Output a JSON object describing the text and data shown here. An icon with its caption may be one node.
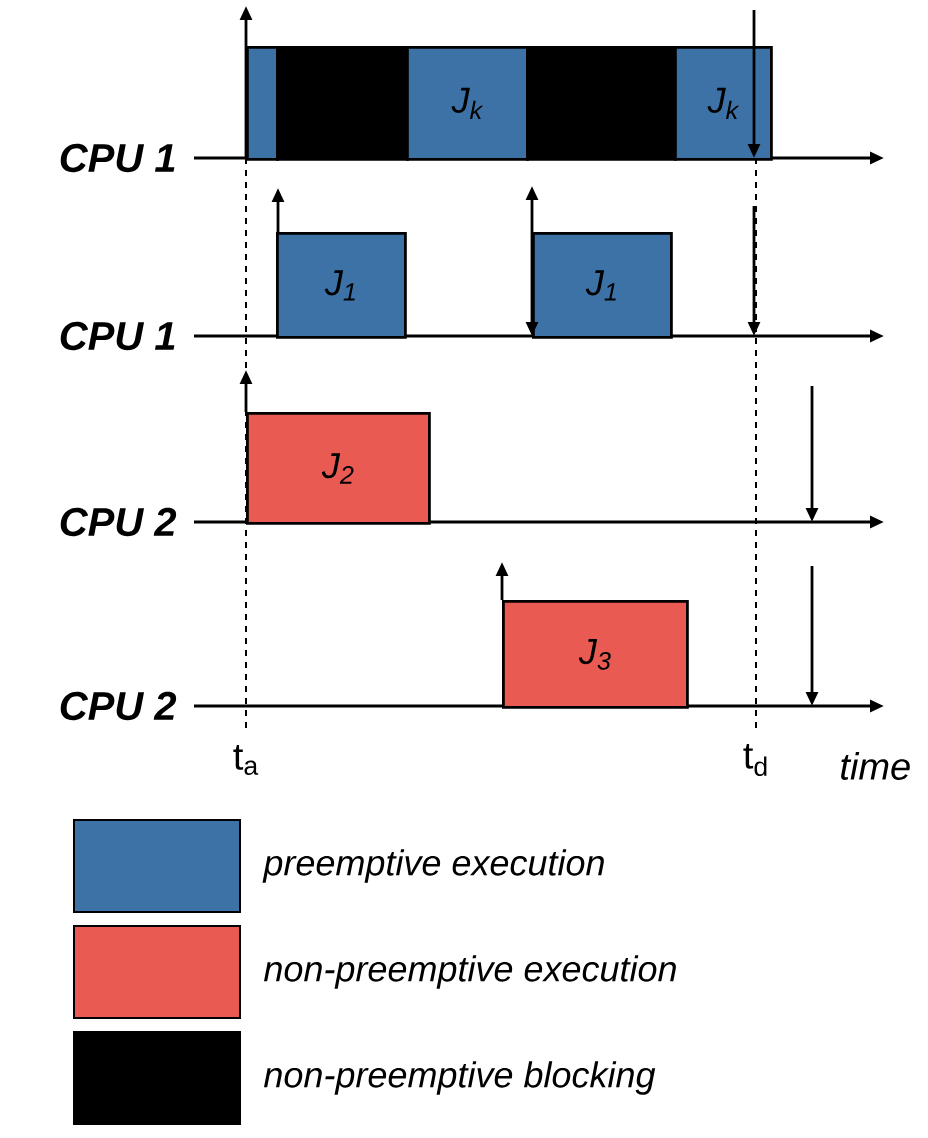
{
  "diagram": {
    "nodes": [
      {
        "text": [],
        "shape": "box"
      },
      {
        "text": [],
        "shape": "box"
      },
      {
        "text": [
          "J$_{k}$"
        ]
      },
      {
        "text": [],
        "shape": "box"
      },
      {
        "text": [
          "J$_{k}$"
        ]
      },
      {
        "text": [
          "J$_{1}$"
        ]
      },
      {
        "text": [
          "J$_{1}$"
        ]
      },
      {
        "text": [
          "J$_{2}$"
        ]
      },
      {
        "text": [
          "J$_{3}$"
        ]
      }
    ],
    "edges": [],
    "labels": [
      "CPU 1",
      "CPU 1",
      "CPU 2",
      "CPU 2",
      "t$_{a}$",
      "t$_{d}$",
      "time"
    ],
    "legend": [
      {
        "text": "preemptive execution",
        "color": "#3d72a6"
      },
      {
        "text": "non-preemptive execution",
        "color": "#e85a52"
      },
      {
        "text": "non-preemptive blocking",
        "color": "#000000"
      }
    ]
  }
}
